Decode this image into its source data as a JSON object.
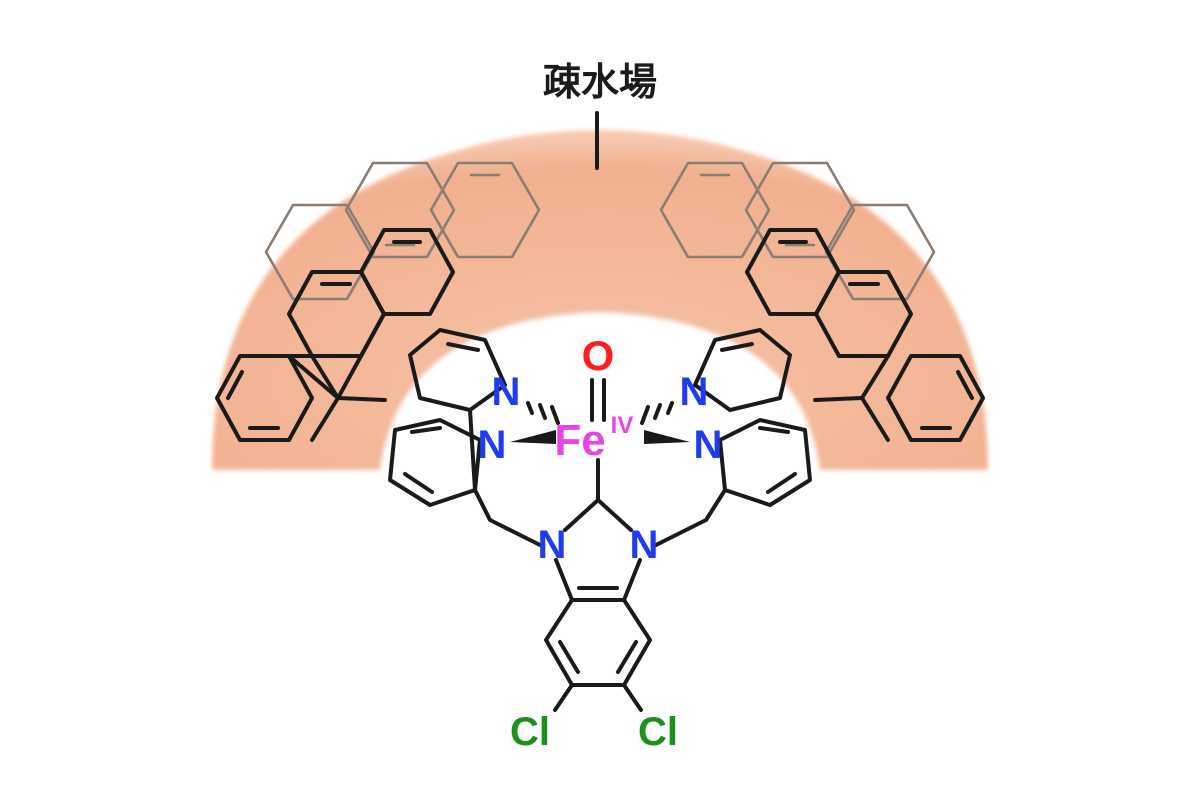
{
  "labels": {
    "region": "疎水場",
    "oxygen": "O",
    "iron": "Fe",
    "iron_oxidation": "IV",
    "nitrogen": "N",
    "chlorine": "Cl"
  },
  "colors": {
    "hydrophobic_field": "#f3b596",
    "nitrogen": "#1f3cf0",
    "oxygen": "#ff1e1e",
    "iron": "#ea43ea",
    "chlorine": "#1d8f1d",
    "bond": "#1a1a1a"
  }
}
